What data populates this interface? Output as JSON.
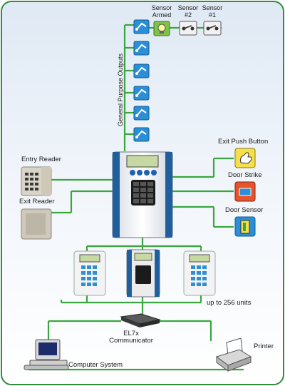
{
  "labels": {
    "sensor_armed_line1": "Sensor",
    "sensor_armed_line2": "Armed",
    "sensor2_line1": "Sensor",
    "sensor2_line2": "#2",
    "sensor1_line1": "Sensor",
    "sensor1_line2": "#1",
    "outputs": "General Purpose Outputs",
    "exit_push_button": "Exit Push Button",
    "door_strike": "Door Strike",
    "door_sensor": "Door Sensor",
    "entry_reader": "Entry Reader",
    "exit_reader": "Exit Reader",
    "units": "up to 256 units",
    "communicator_line1": "EL7x",
    "communicator_line2": "Communicator",
    "printer": "Printer",
    "computer_system": "Computer System"
  },
  "colors": {
    "wire": "#3aa63f",
    "frame": "#2f8e3a",
    "output_icon": "#2a8fd6",
    "sensor_armed": "#7ec24a",
    "door_strike": "#e8532c",
    "door_sensor": "#2a8fd6",
    "background": "#eef3f9"
  }
}
